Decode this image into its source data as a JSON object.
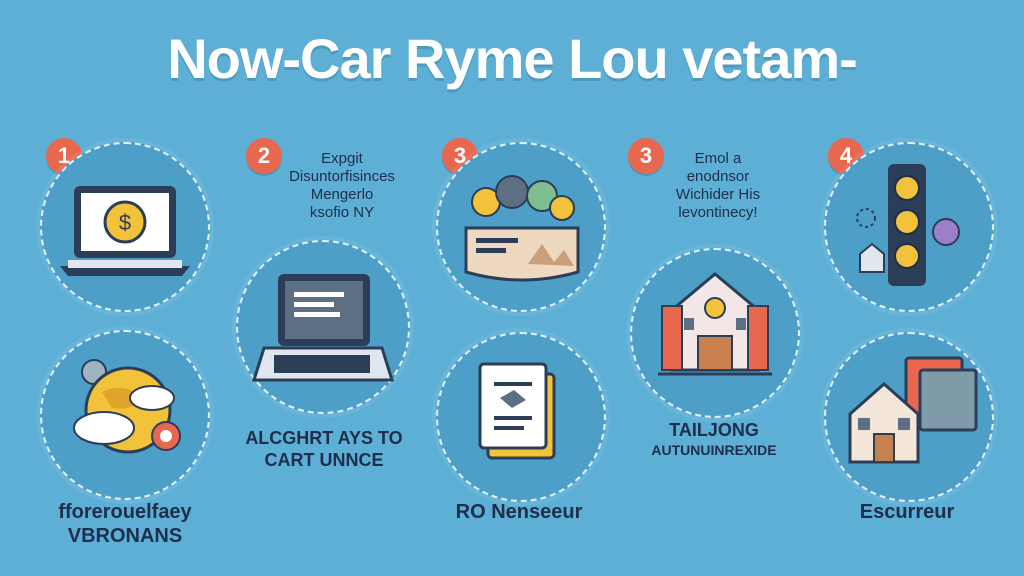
{
  "title": "Now-Car Ryme Lou vetam-",
  "steps": [
    {
      "number": "1",
      "caption_line1": "fforerouelfaey",
      "caption_line2": "VBRONANS"
    },
    {
      "number": "2",
      "top_line1": "Expgit",
      "top_line2": "Disuntorfisinces",
      "top_line3": "Mengerlo",
      "top_line4": "ksofio NY",
      "caption_line1": "ALCGHRT AYS TO",
      "caption_line2": "CART UNNCE"
    },
    {
      "number": "3",
      "caption": "RO Nenseeur"
    },
    {
      "number": "3",
      "top_line1": "Emol a",
      "top_line2": "enodnsor",
      "top_line3": "Wichider His",
      "top_line4": "levontinecy!",
      "caption_line1": "TAILJONG",
      "caption_line2": "AUTUNUINREXIDE"
    },
    {
      "number": "4",
      "caption": "Escurreur"
    }
  ],
  "colors": {
    "background": "#5dafd6",
    "circle": "#4d9fc8",
    "badge": "#e8674f",
    "accent_yellow": "#f2c23a",
    "text_dark": "#1f2e4a"
  },
  "icons": [
    "laptop-coin-icon",
    "globe-clouds-icon",
    "laptop-keyboard-icon",
    "bowl-landscape-icon",
    "document-stack-icon",
    "castle-building-icon",
    "traffic-coins-icon",
    "house-cards-icon"
  ]
}
